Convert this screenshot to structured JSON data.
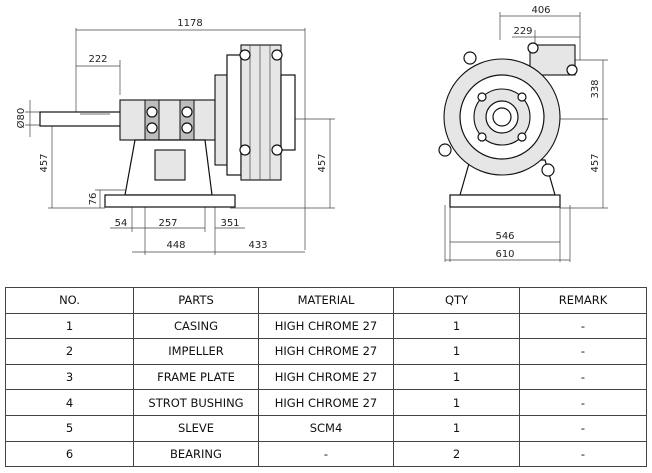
{
  "drawing": {
    "dims": {
      "overall_length": "1178",
      "shaft_extension": "222",
      "shaft_diameter": "Ø80",
      "center_height_left": "457",
      "base_thickness": "76",
      "d54": "54",
      "d257": "257",
      "d351": "351",
      "d448": "448",
      "d433": "433",
      "center_height_mid": "457",
      "end_width_top": "406",
      "end_offset": "229",
      "end_height_338": "338",
      "center_height_right": "457",
      "base_inner": "546",
      "base_outer": "610"
    }
  },
  "table": {
    "headers": [
      "NO.",
      "PARTS",
      "MATERIAL",
      "QTY",
      "REMARK"
    ],
    "rows": [
      [
        "1",
        "CASING",
        "HIGH CHROME 27",
        "1",
        "-"
      ],
      [
        "2",
        "IMPELLER",
        "HIGH CHROME 27",
        "1",
        "-"
      ],
      [
        "3",
        "FRAME PLATE",
        "HIGH CHROME 27",
        "1",
        "-"
      ],
      [
        "4",
        "STROT BUSHING",
        "HIGH CHROME 27",
        "1",
        "-"
      ],
      [
        "5",
        "SLEVE",
        "SCM4",
        "1",
        "-"
      ],
      [
        "6",
        "BEARING",
        "-",
        "2",
        "-"
      ]
    ]
  }
}
